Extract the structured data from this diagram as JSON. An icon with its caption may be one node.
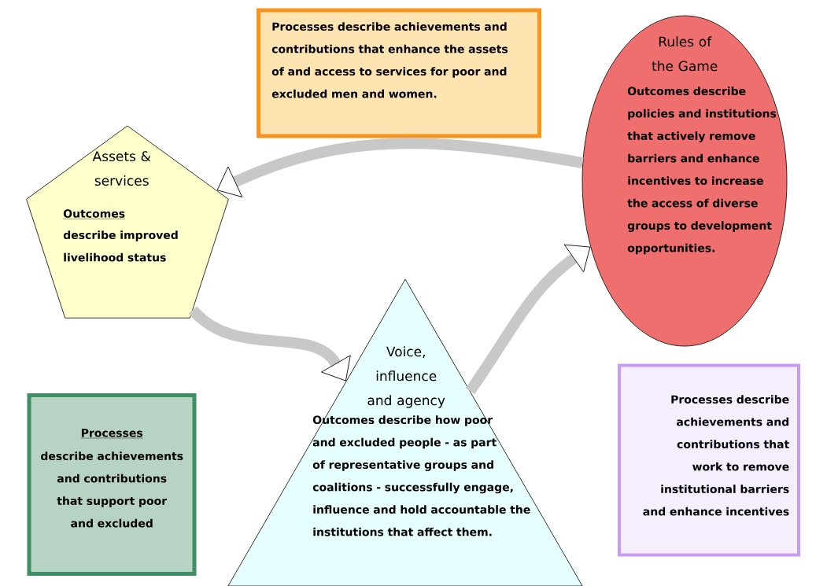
{
  "diagram": {
    "nodes": [
      {
        "text": [
          "Assets & services",
          "Outcomes",
          "describe improved livelihood status"
        ]
      },
      {
        "text": [
          "Processes describe achievements and contributions that enhance the assets of and access to services for poor and excluded men and women."
        ]
      },
      {
        "text": [
          "Rules of the Game",
          "Outcomes describe policies and institutions that actively remove barriers and enhance incentives to increase the access of diverse groups to development opportunities."
        ]
      },
      {
        "text": [
          "Voice, influence and agency",
          "Outcomes describe how poor and excluded people - as part of representative groups and coalitions - successfully engage, influence and hold accountable the institutions that affect them."
        ]
      },
      {
        "text": [
          "Processes",
          "describe achievements and contributions that support poor and excluded"
        ]
      },
      {
        "text": [
          "Processes describe achievements and contributions that work to remove institutional barriers and enhance incentives"
        ]
      }
    ],
    "edges": [
      {
        "from": 2,
        "to": 0,
        "arrow": "to"
      },
      {
        "from": 0,
        "to": 3,
        "arrow": "to"
      },
      {
        "from": 3,
        "to": 2,
        "arrow": "to"
      }
    ]
  }
}
